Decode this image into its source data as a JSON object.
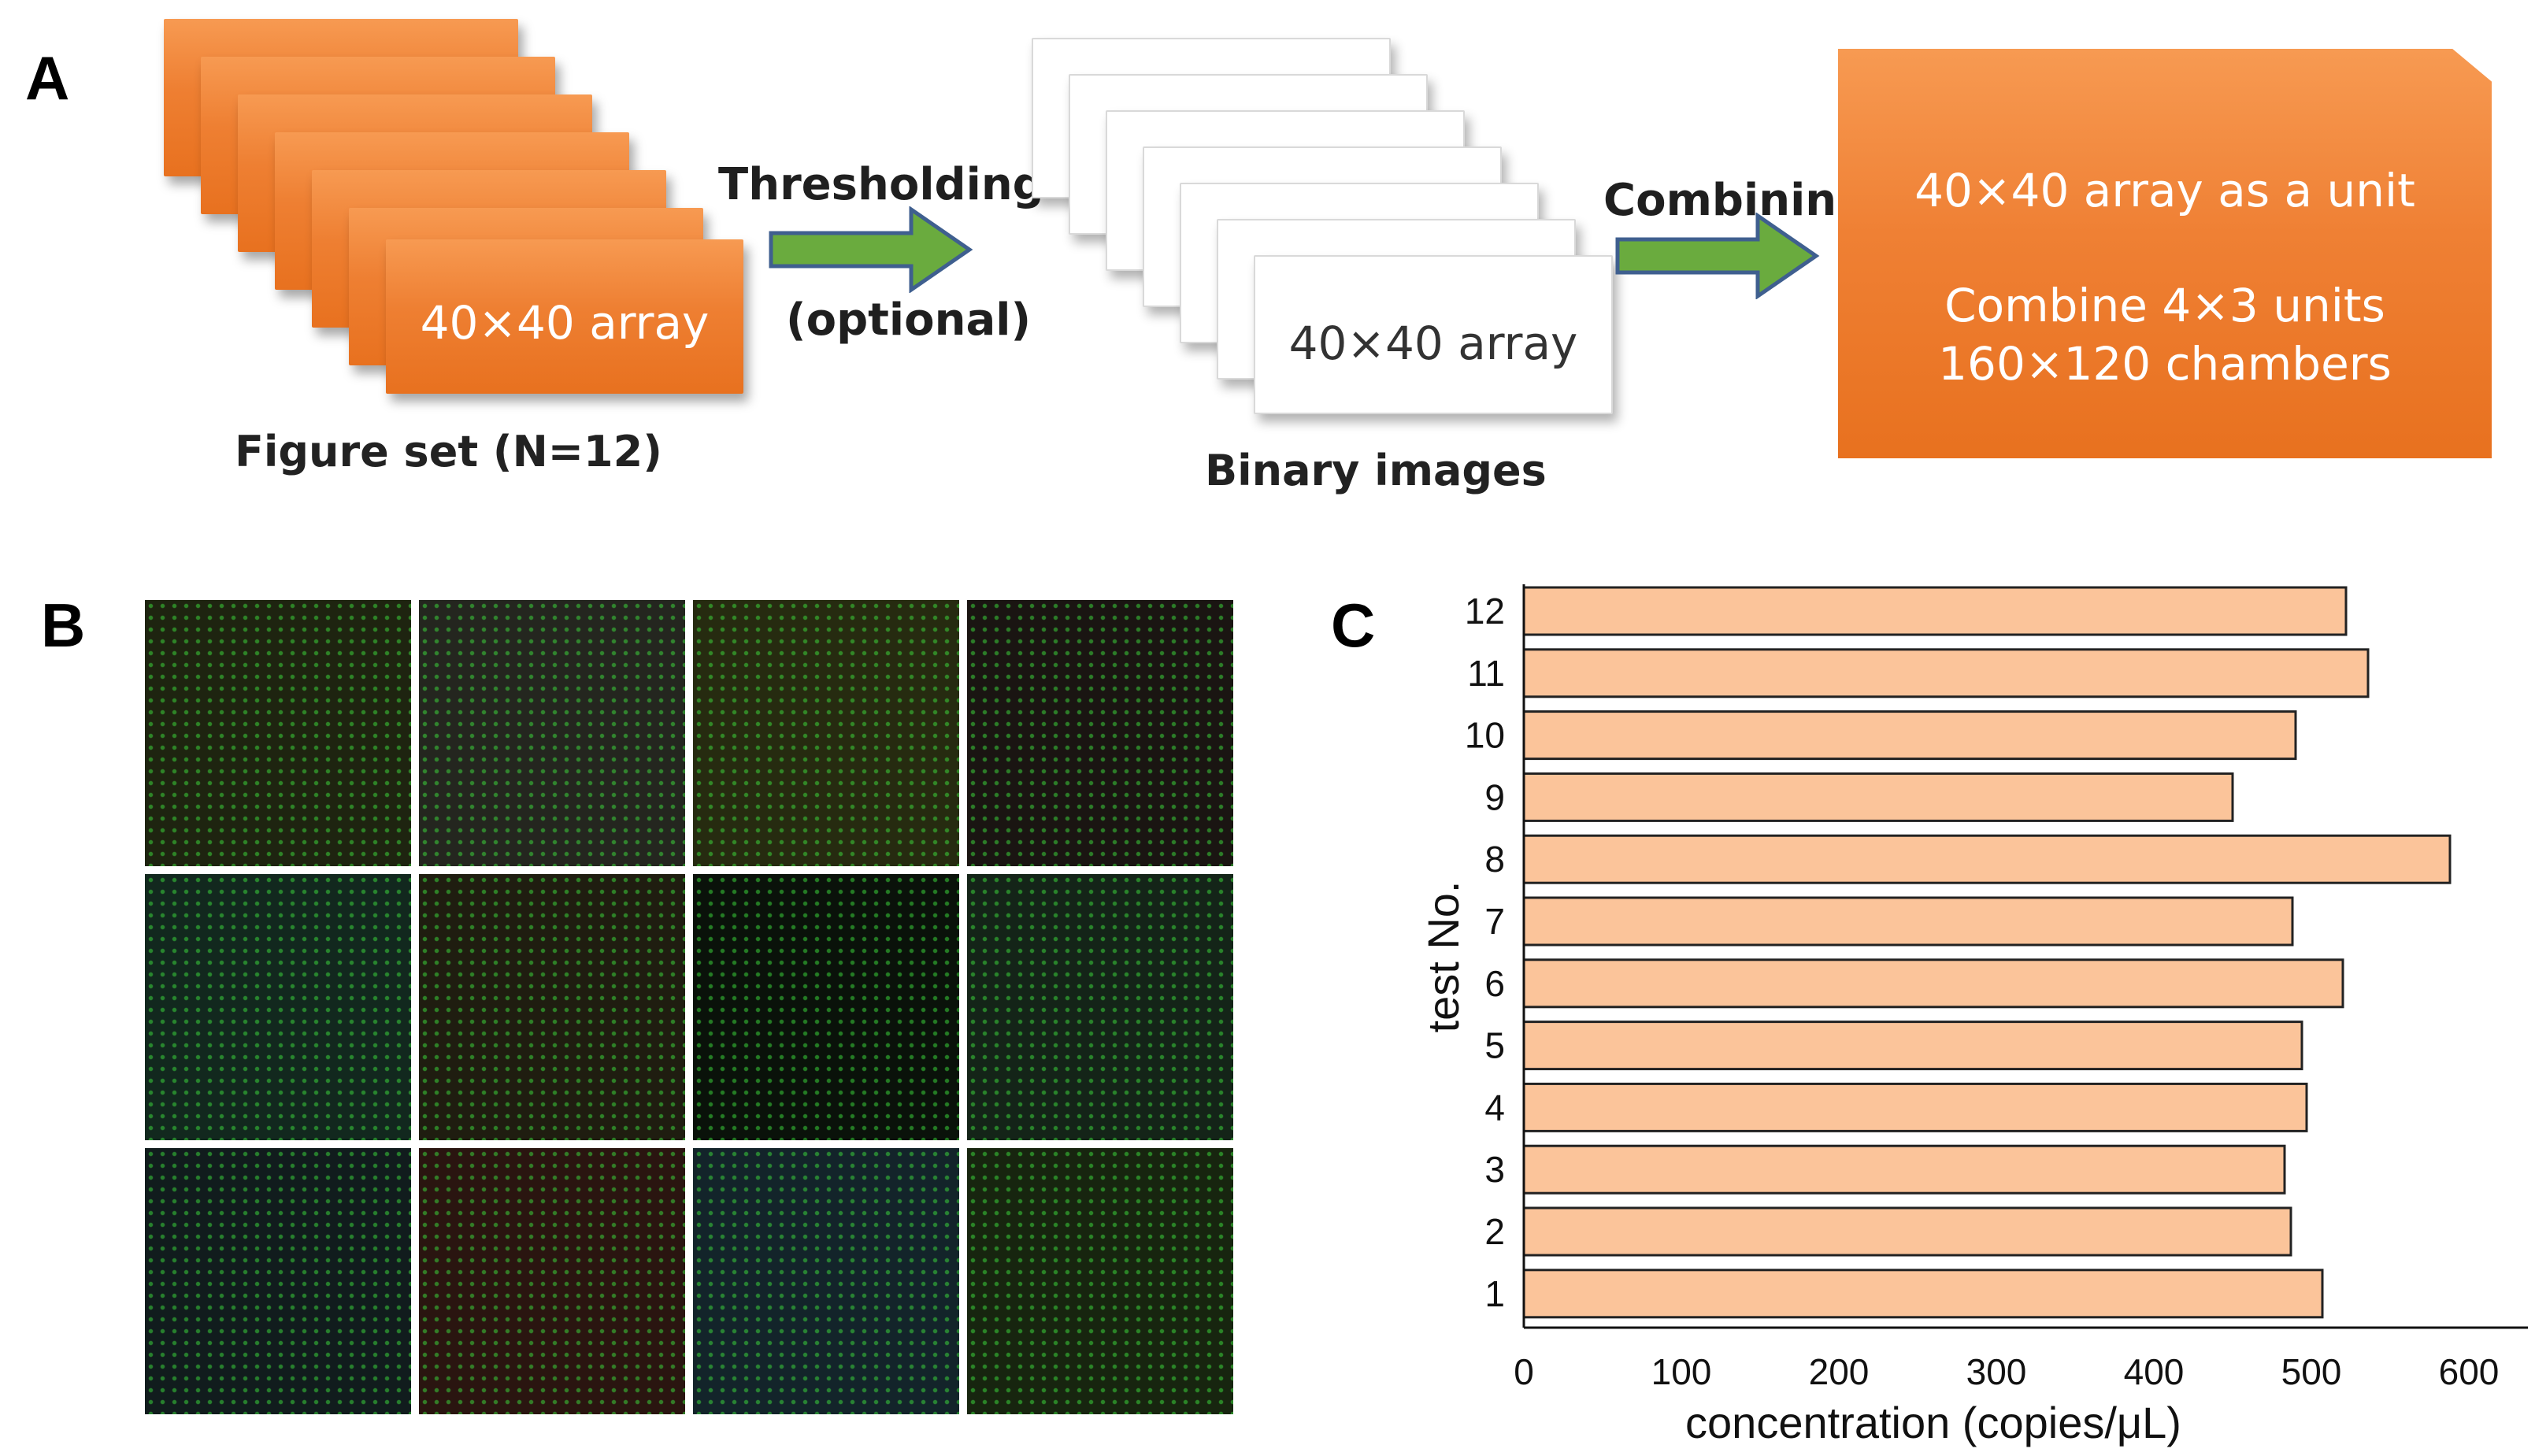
{
  "panels": {
    "a": "A",
    "b": "B",
    "c": "C"
  },
  "panel_a": {
    "figure_set_card_text": "40×40 array",
    "figure_set_caption": "Figure set (N=12)",
    "threshold_label_1": "Thresholding",
    "threshold_label_2": "(optional)",
    "binary_card_text": "40×40 array",
    "binary_caption": "Binary images",
    "combine_label": "Combining",
    "unit_line_1": "40×40 array as a unit",
    "unit_line_2": "Combine 4×3 units",
    "unit_line_3": "160×120 chambers",
    "orange": "#ee7f32",
    "arrow_green": "#6aab3e",
    "arrow_border": "#3f5f8f"
  },
  "panel_b": {
    "tile_colors": [
      "#1e2410",
      "#24261f",
      "#262b10",
      "#1a1512",
      "#12281e",
      "#1f1d10",
      "#0a120a",
      "#142418",
      "#111c1d",
      "#2a1510",
      "#13242a",
      "#17250f"
    ]
  },
  "chart_data": {
    "type": "bar",
    "orientation": "horizontal",
    "categories": [
      "1",
      "2",
      "3",
      "4",
      "5",
      "6",
      "7",
      "8",
      "9",
      "10",
      "11",
      "12"
    ],
    "values": [
      507,
      487,
      483,
      497,
      494,
      520,
      488,
      588,
      450,
      490,
      536,
      522
    ],
    "xlabel": "concentration (copies/μL)",
    "ylabel": "test No.",
    "xlim": [
      0,
      640
    ],
    "xticks": [
      0,
      100,
      200,
      300,
      400,
      500,
      600
    ],
    "bar_color": "#fbc49a",
    "bar_edge": "#222222",
    "grid": false
  }
}
